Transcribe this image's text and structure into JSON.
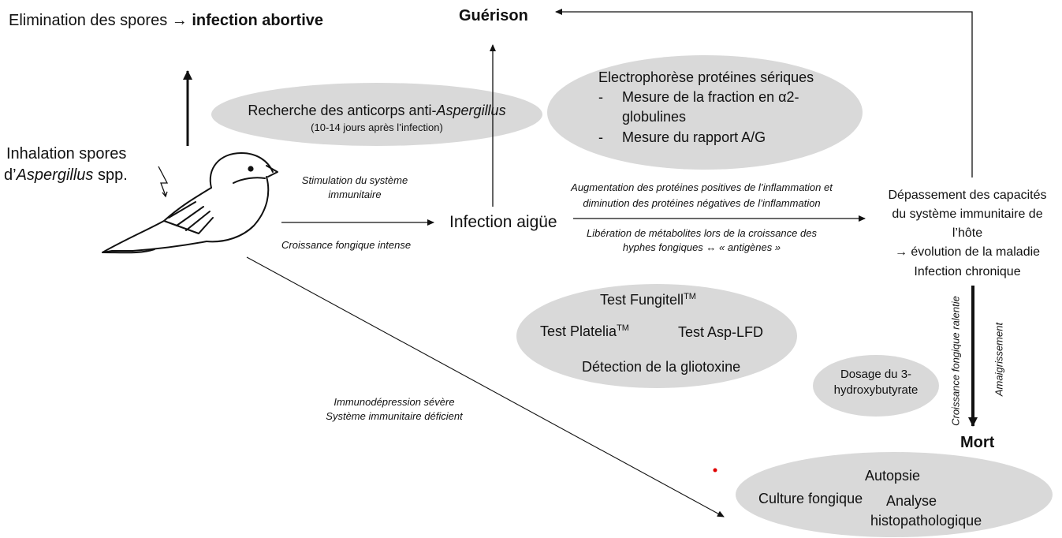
{
  "top_left": {
    "prefix": "Elimination des spores → ",
    "bold": "infection abortive"
  },
  "guerison": "Guérison",
  "antibody_bubble": {
    "line1_prefix": "Recherche des anticorps anti-",
    "line1_italic": "Aspergillus",
    "line2": "(10-14 jours après l’infection)"
  },
  "electro_bubble": {
    "title": "Electrophorèse protéines sériques",
    "item1_line1": "Mesure de la fraction en α2-",
    "item1_line2": "globulines",
    "item2": "Mesure du rapport A/G",
    "dash": "-"
  },
  "inhalation": {
    "line1": "Inhalation spores",
    "line2_prefix": "d’",
    "line2_italic": "Aspergillus",
    "line2_suffix": " spp."
  },
  "stimulation": {
    "line1": "Stimulation du système",
    "line2": "immunitaire"
  },
  "croissance_intense": "Croissance fongique intense",
  "infection_aigue": "Infection aigüe",
  "augmentation": {
    "line1": "Augmentation des protéines positives de l’inflammation et",
    "line2": "diminution des protéines négatives de l’inflammation"
  },
  "liberation": {
    "line1": "Libération de métabolites lors de la croissance des",
    "line2": "hyphes fongiques ↔ « antigènes »"
  },
  "depassement": {
    "line1": "Dépassement des capacités",
    "line2": "du système immunitaire de",
    "line3": "l’hôte",
    "line4": "→ évolution de la maladie",
    "line5": "Infection chronique"
  },
  "tests_bubble": {
    "fungitell": "Test Fungitell",
    "fungitell_tm": "TM",
    "platelia": "Test Platelia",
    "platelia_tm": "TM",
    "asp_lfd": "Test Asp-LFD",
    "gliotoxine": "Détection de la gliotoxine"
  },
  "dosage_bubble": {
    "line1": "Dosage du 3-",
    "line2": "hydroxybutyrate"
  },
  "croissance_ralentie": "Croissance fongique ralentie",
  "amaigrissement": "Amaigrissement",
  "mort": "Mort",
  "immunodepression": {
    "line1": "Immunodépression sévère",
    "line2": "Système immunitaire déficient"
  },
  "autopsie_bubble": {
    "autopsie": "Autopsie",
    "culture": "Culture fongique",
    "analyse": "Analyse",
    "histo": "histopathologique"
  },
  "colors": {
    "bubble": "#d9d9d9",
    "arrow": "#111111",
    "dot": "#e00000"
  }
}
